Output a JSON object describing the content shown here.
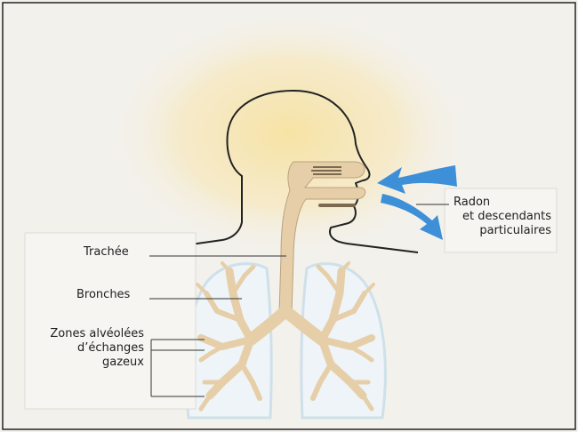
{
  "labels": {
    "radon": [
      "Radon",
      "et descendants",
      "particulaires"
    ],
    "trachee": "Trachée",
    "bronches": "Bronches",
    "zones": [
      "Zones alvéolées",
      "d’échanges",
      "gazeux"
    ]
  },
  "colors": {
    "background": "#f3f1ec",
    "glow": "#f6e3a8",
    "airway": "#e6cfa8",
    "lung_outline": "#cfe0ea",
    "arrow": "#3d8fd8",
    "outline": "#222222"
  }
}
